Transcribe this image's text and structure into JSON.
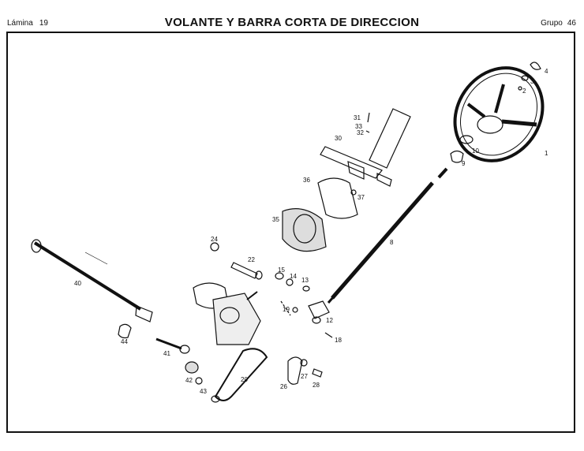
{
  "header": {
    "sheet_label": "Lámina",
    "sheet_number": "19",
    "title": "VOLANTE Y BARRA CORTA DE DIRECCION",
    "group_label": "Grupo",
    "group_number": "46"
  },
  "part_numbers": [
    "1",
    "2",
    "3",
    "4",
    "8",
    "9",
    "10",
    "12",
    "13",
    "14",
    "15",
    "18",
    "19",
    "20",
    "22",
    "24",
    "26",
    "27",
    "28",
    "30",
    "31",
    "32",
    "33",
    "35",
    "36",
    "37",
    "40",
    "41",
    "42",
    "43",
    "44"
  ]
}
